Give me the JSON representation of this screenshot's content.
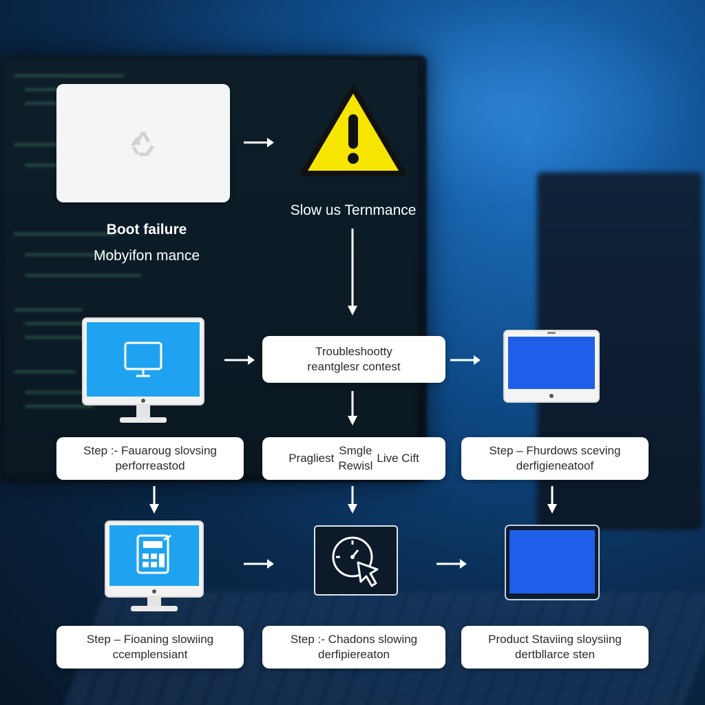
{
  "nodes": {
    "boot_title": "Boot failure",
    "boot_subtitle": "Mobyifon mance",
    "warning_label": "Slow us Ternmance",
    "troubleshoot": [
      "Troubleshootty",
      "reantglesr contest"
    ],
    "step_left_1": [
      "Step :- Fauaroug slovsing",
      "perforreastod"
    ],
    "step_mid_1": {
      "left": "Pragliest",
      "top": "Smgle",
      "bottom": "Rewisl",
      "right": "Live Cift"
    },
    "step_right_1": [
      "Step – Fhurdows sceving",
      "derfigieneatoof"
    ],
    "step_left_2": [
      "Step – Fioaning slowiing",
      "ccemplensiant"
    ],
    "step_mid_2": [
      "Step :- Chadons slowing",
      "derfipiereaton"
    ],
    "step_right_2": [
      "Product Staviing sloysiing",
      "dertbllarce sten"
    ]
  },
  "icons": {
    "recycle": "recycle-icon",
    "warning": "warning-triangle-icon",
    "monitor": "monitor-icon",
    "tablet": "tablet-icon",
    "calculator": "calculator-icon",
    "clock": "clock-icon",
    "arrow": "arrow-icon"
  },
  "colors": {
    "screen_cyan": "#1fa3f0",
    "screen_blue": "#1f5ee8",
    "warning_yellow": "#f6e500",
    "box_bg": "#ffffff",
    "text": "#2a2a2a",
    "arrow": "#ffffff"
  }
}
